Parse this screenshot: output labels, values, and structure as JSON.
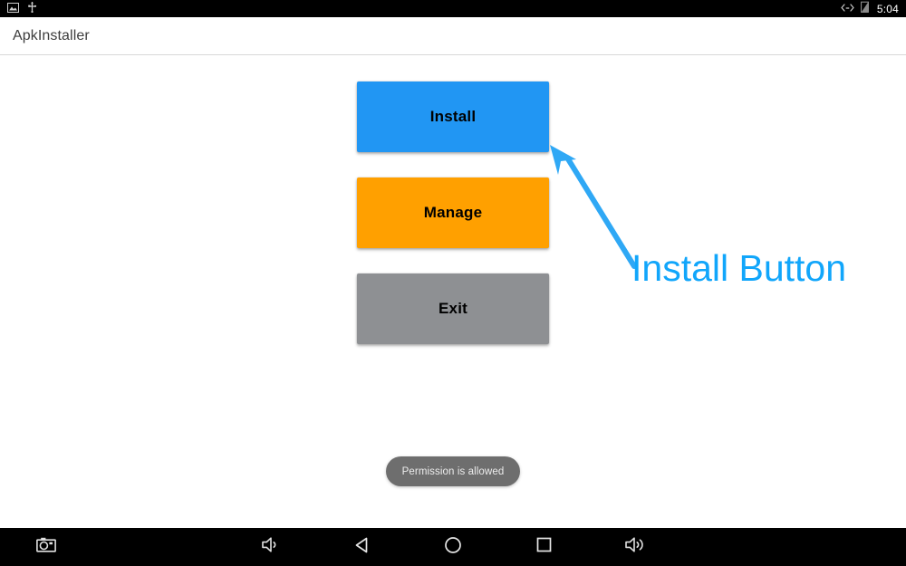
{
  "status_bar": {
    "left_icons": [
      {
        "name": "screenshot-icon",
        "label": "screenshot"
      },
      {
        "name": "usb-icon",
        "label": "usb"
      }
    ],
    "right_icons": [
      {
        "name": "usb-debugging-icon",
        "label": "usb-debugging"
      },
      {
        "name": "battery-icon",
        "label": "battery"
      }
    ],
    "time": "5:04",
    "background": "#000000"
  },
  "app_bar": {
    "title": "ApkInstaller",
    "background": "#ffffff",
    "text_color": "#3d3d3d"
  },
  "main": {
    "buttons": [
      {
        "label": "Install",
        "color": "#2196f3",
        "name": "install-button"
      },
      {
        "label": "Manage",
        "color": "#ffa000",
        "name": "manage-button"
      },
      {
        "label": "Exit",
        "color": "#8e9093",
        "name": "exit-button"
      }
    ]
  },
  "annotation": {
    "text": "Install Button",
    "color": "#11a6fb",
    "arrow_color": "#2fa8f5",
    "points_to": "install-button"
  },
  "toast": {
    "message": "Permission is allowed",
    "background": "#6e6e6e",
    "text_color": "#ececec"
  },
  "nav_bar": {
    "background": "#000000",
    "buttons": [
      {
        "name": "screenshot-button",
        "label": "screenshot"
      },
      {
        "name": "volume-down-button",
        "label": "volume down"
      },
      {
        "name": "back-button",
        "label": "back"
      },
      {
        "name": "home-button",
        "label": "home"
      },
      {
        "name": "recents-button",
        "label": "recent apps"
      },
      {
        "name": "volume-up-button",
        "label": "volume up"
      }
    ]
  }
}
